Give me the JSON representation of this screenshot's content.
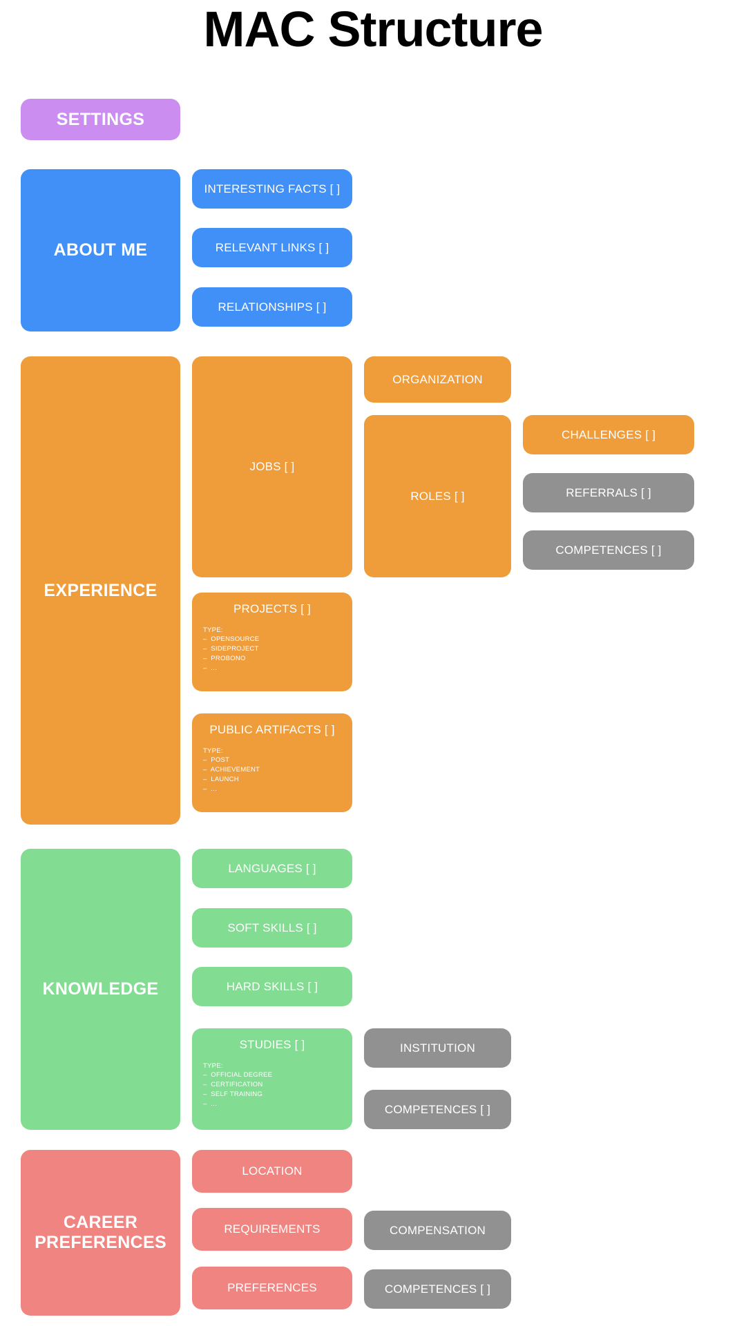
{
  "page": {
    "title": "MAC Structure"
  },
  "palette": {
    "purple": "#cb8ef0",
    "blue": "#4190f7",
    "orange": "#ef9c3b",
    "green": "#82dc92",
    "salmon": "#f08480",
    "gray": "#919191",
    "background": "#ffffff",
    "title_color": "#000000",
    "card_text": "#ffffff"
  },
  "sections": {
    "settings": {
      "label": "SETTINGS"
    },
    "about_me": {
      "label": "ABOUT ME",
      "children": [
        {
          "label": "INTERESTING FACTS [ ]"
        },
        {
          "label": "RELEVANT LINKS [ ]"
        },
        {
          "label": "RELATIONSHIPS [ ]"
        }
      ]
    },
    "experience": {
      "label": "EXPERIENCE",
      "jobs": {
        "label": "JOBS [ ]"
      },
      "organization": {
        "label": "ORGANIZATION"
      },
      "roles": {
        "label": "ROLES [ ]"
      },
      "challenges": {
        "label": "CHALLENGES [ ]"
      },
      "referrals": {
        "label": "REFERRALS [ ]"
      },
      "competences": {
        "label": "COMPETENCES [ ]"
      },
      "projects": {
        "label": "PROJECTS [ ]",
        "type_label": "TYPE:",
        "types": [
          "–  OPENSOURCE",
          "–  SIDEPROJECT",
          "–  PROBONO",
          "–  ..."
        ]
      },
      "public_artifacts": {
        "label": "PUBLIC ARTIFACTS [ ]",
        "type_label": "TYPE:",
        "types": [
          "–  POST",
          "–  ACHIEVEMENT",
          "–  LAUNCH",
          "–  ..."
        ]
      }
    },
    "knowledge": {
      "label": "KNOWLEDGE",
      "languages": {
        "label": "LANGUAGES [ ]"
      },
      "soft_skills": {
        "label": "SOFT SKILLS [ ]"
      },
      "hard_skills": {
        "label": "HARD SKILLS [ ]"
      },
      "studies": {
        "label": "STUDIES [ ]",
        "type_label": "TYPE:",
        "types": [
          "–  OFFICIAL DEGREE",
          "–  CERTIFICATION",
          "–  SELF TRAINING",
          "–  ..."
        ]
      },
      "institution": {
        "label": "INSTITUTION"
      },
      "competences": {
        "label": "COMPETENCES [ ]"
      }
    },
    "career_preferences": {
      "label": "CAREER\nPREFERENCES",
      "location": {
        "label": "LOCATION"
      },
      "requirements": {
        "label": "REQUIREMENTS"
      },
      "preferences": {
        "label": "PREFERENCES"
      },
      "compensation": {
        "label": "COMPENSATION"
      },
      "competences": {
        "label": "COMPETENCES [ ]"
      }
    }
  }
}
